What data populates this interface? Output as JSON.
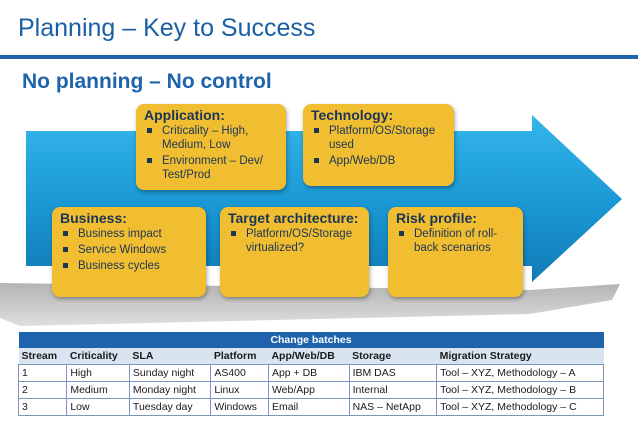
{
  "header": {
    "title": "Planning – Key to Success",
    "subtitle": "No planning – No control"
  },
  "colors": {
    "accent": "#1f63ad",
    "box": "#f1be32",
    "arrow": "#1b9ad6",
    "box_text": "#1b3556"
  },
  "boxes": {
    "application": {
      "title": "Application:",
      "items": [
        "Criticality – High, Medium, Low",
        "Environment – Dev/ Test/Prod"
      ]
    },
    "technology": {
      "title": "Technology:",
      "items": [
        "Platform/OS/Storage used",
        "App/Web/DB"
      ]
    },
    "business": {
      "title": "Business:",
      "items": [
        "Business impact",
        "Service Windows",
        "Business cycles"
      ]
    },
    "target": {
      "title": "Target architecture:",
      "items": [
        "Platform/OS/Storage virtualized?"
      ]
    },
    "risk": {
      "title": "Risk profile:",
      "items": [
        "Definition of roll-back scenarios"
      ]
    }
  },
  "table": {
    "caption": "Change batches",
    "headers": [
      "Stream",
      "Criticality",
      "SLA",
      "Platform",
      "App/Web/DB",
      "Storage",
      "Migration Strategy"
    ],
    "rows": [
      [
        "1",
        "High",
        "Sunday night",
        "AS400",
        "App + DB",
        "IBM DAS",
        "Tool – XYZ, Methodology – A"
      ],
      [
        "2",
        "Medium",
        "Monday night",
        "Linux",
        "Web/App",
        "Internal",
        "Tool – XYZ, Methodology – B"
      ],
      [
        "3",
        "Low",
        "Tuesday day",
        "Windows",
        "Email",
        "NAS – NetApp",
        "Tool – XYZ, Methodology – C"
      ]
    ]
  }
}
